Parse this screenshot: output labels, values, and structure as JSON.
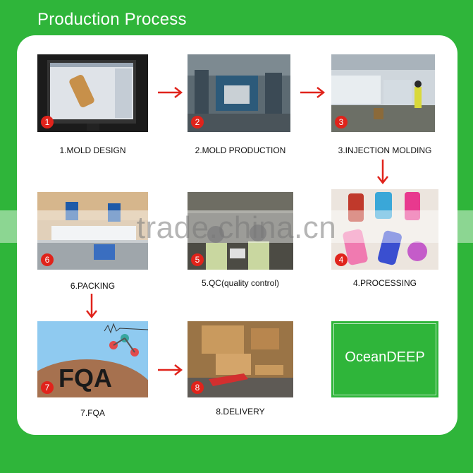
{
  "header": {
    "title": "Production Process"
  },
  "steps": [
    {
      "number": "1",
      "caption": "1.MOLD DESIGN"
    },
    {
      "number": "2",
      "caption": "2.MOLD PRODUCTION"
    },
    {
      "number": "3",
      "caption": "3.INJECTION MOLDING"
    },
    {
      "number": "4",
      "caption": "4.PROCESSING"
    },
    {
      "number": "5",
      "caption": "5.QC(quality control)"
    },
    {
      "number": "6",
      "caption": "6.PACKING"
    },
    {
      "number": "7",
      "caption": "7.FQA",
      "image_text": "FQA"
    },
    {
      "number": "8",
      "caption": "8.DELIVERY"
    }
  ],
  "logo": {
    "text": "OceanDEEP"
  },
  "watermark": {
    "text": "trade.china.cn"
  },
  "colors": {
    "background": "#2fb53a",
    "panel": "#ffffff",
    "arrow": "#e0231b",
    "badge": "#e0231b"
  }
}
